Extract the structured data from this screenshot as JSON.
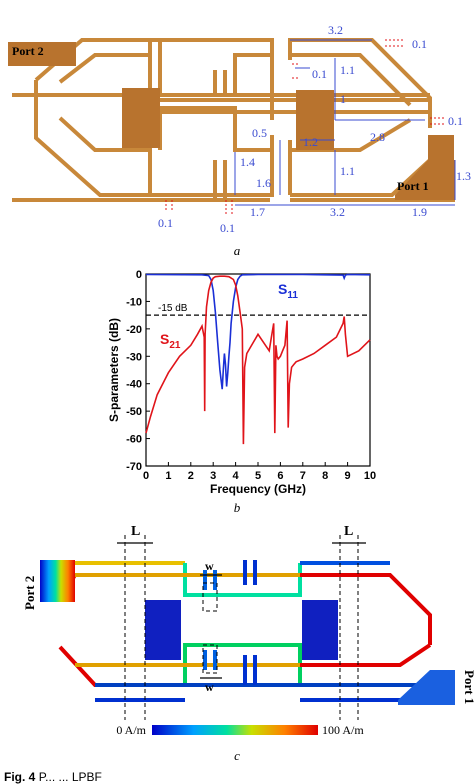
{
  "panel_a": {
    "caption": "a",
    "port2_label": "Port 2",
    "port1_label": "Port 1",
    "dimensions": [
      "3.2",
      "0.1",
      "0.1",
      "1.1",
      "1",
      "0.1",
      "0.5",
      "1.2",
      "2.8",
      "1.4",
      "1.6",
      "1.1",
      "1.3",
      "0.1",
      "0.1",
      "1.7",
      "3.2",
      "1.9"
    ]
  },
  "panel_b": {
    "caption": "b",
    "chart_data": {
      "type": "line",
      "xlabel": "Frequency (GHz)",
      "ylabel": "S-parameters (dB)",
      "xlim": [
        0,
        10
      ],
      "ylim": [
        -70,
        0
      ],
      "xticks": [
        "0",
        "1",
        "2",
        "3",
        "4",
        "5",
        "6",
        "7",
        "8",
        "9",
        "10"
      ],
      "yticks": [
        "0",
        "-10",
        "-20",
        "-30",
        "-40",
        "-50",
        "-60",
        "-70"
      ],
      "reference_line": {
        "label": "-15 dB",
        "y": -15
      },
      "series": [
        {
          "name": "S11",
          "label_main": "S",
          "label_sub": "11",
          "color": "#1a2fd6",
          "x": [
            0,
            2.5,
            2.8,
            2.9,
            3.0,
            3.1,
            3.2,
            3.3,
            3.4,
            3.45,
            3.5,
            3.55,
            3.6,
            3.65,
            3.7,
            3.75,
            3.8,
            3.9,
            4.0,
            4.1,
            4.2,
            4.3,
            5,
            6,
            7,
            8,
            8.8,
            8.85,
            8.9,
            9,
            10
          ],
          "y": [
            -0.2,
            -0.3,
            -0.6,
            -2,
            -6,
            -14,
            -25,
            -35,
            -42,
            -35,
            -29,
            -33,
            -41,
            -36,
            -30,
            -25,
            -18,
            -10,
            -5,
            -2,
            -0.8,
            -0.3,
            -0.2,
            -0.2,
            -0.2,
            -0.3,
            -0.4,
            -1.5,
            -0.4,
            -0.2,
            -0.3
          ]
        },
        {
          "name": "S21",
          "label_main": "S",
          "label_sub": "21",
          "color": "#e0141a",
          "x": [
            0,
            0.2,
            0.5,
            1.0,
            1.5,
            2.0,
            2.3,
            2.5,
            2.6,
            2.62,
            2.64,
            2.7,
            2.8,
            2.9,
            3.0,
            3.1,
            3.3,
            3.5,
            3.7,
            3.9,
            4.0,
            4.1,
            4.2,
            4.3,
            4.35,
            4.4,
            4.5,
            5.0,
            5.5,
            5.6,
            5.7,
            5.75,
            5.8,
            5.85,
            5.9,
            6.0,
            6.1,
            6.2,
            6.3,
            6.35,
            6.4,
            6.5,
            6.6,
            6.7,
            7.0,
            7.5,
            8.0,
            8.5,
            8.8,
            8.85,
            8.9,
            9.0,
            9.5,
            10
          ],
          "y": [
            -58,
            -52,
            -44,
            -36,
            -30,
            -26,
            -22,
            -19,
            -23,
            -50,
            -22,
            -12,
            -6,
            -3,
            -1.5,
            -1,
            -0.8,
            -0.8,
            -1,
            -2,
            -4,
            -8,
            -14,
            -20,
            -62,
            -34,
            -29,
            -22,
            -28,
            -23,
            -18,
            -58,
            -26,
            -30,
            -31,
            -30,
            -28,
            -26,
            -17,
            -56,
            -40,
            -34,
            -33,
            -32,
            -31,
            -29,
            -26,
            -23,
            -18,
            -15.5,
            -22,
            -30,
            -28,
            -24
          ]
        }
      ]
    }
  },
  "panel_c": {
    "caption": "c",
    "port2_label": "Port 2",
    "port1_label": "Port 1",
    "L_label": "L",
    "w_label": "w",
    "colorbar_min": "0 A/m",
    "colorbar_max": "100 A/m"
  },
  "figure_caption": {
    "prefix": "Fig. 4",
    "text": "P... ... LPBF"
  }
}
